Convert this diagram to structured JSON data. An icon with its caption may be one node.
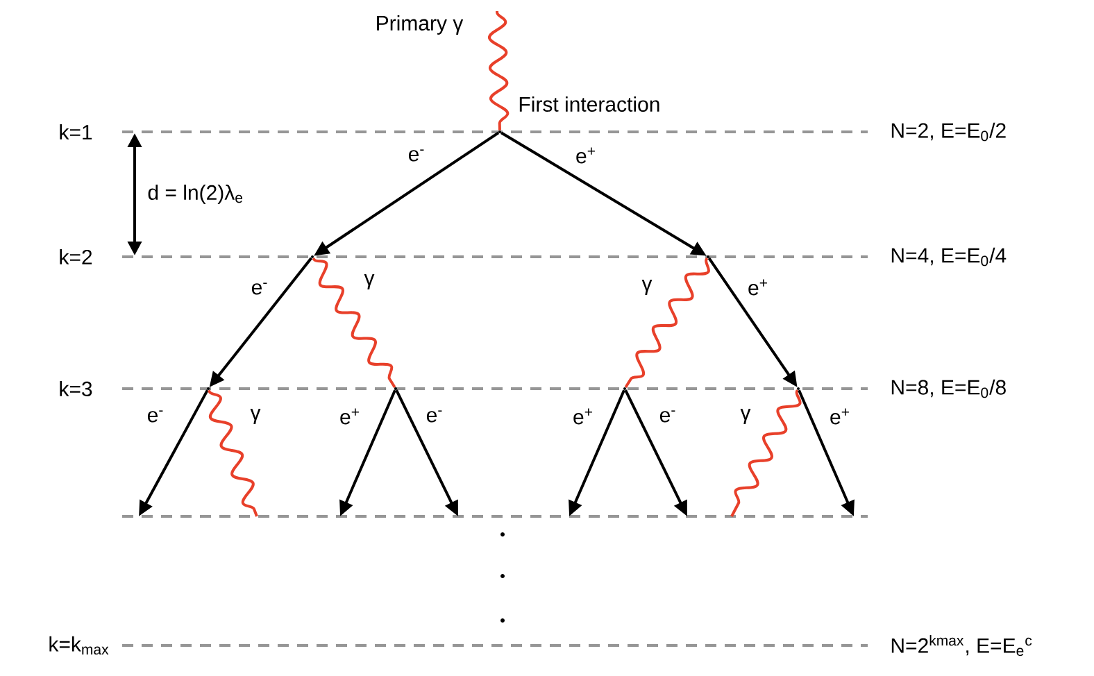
{
  "diagram": {
    "nodes": [
      {
        "text": [],
        "shape": "point",
        "beside": [
          "First interaction"
        ]
      },
      {
        "text": [],
        "shape": "point"
      },
      {
        "text": [],
        "shape": "point"
      },
      {
        "text": [],
        "shape": "point"
      },
      {
        "text": [],
        "shape": "point"
      },
      {
        "text": [],
        "shape": "point"
      },
      {
        "text": [],
        "shape": "point"
      }
    ],
    "edges": [
      {
        "from": null,
        "to": 0,
        "arrow": "none",
        "label": "Primary γ",
        "color": "#e8402a"
      },
      {
        "from": 0,
        "to": 1,
        "arrow": "to",
        "label": "e$^{-}$"
      },
      {
        "from": 0,
        "to": 2,
        "arrow": "to",
        "label": "e$^{+}$"
      },
      {
        "from": 1,
        "to": 3,
        "arrow": "to",
        "label": "e$^{-}$"
      },
      {
        "from": 1,
        "to": 4,
        "arrow": "none",
        "label": "γ",
        "color": "#e8402a"
      },
      {
        "from": 2,
        "to": 5,
        "arrow": "none",
        "label": "γ",
        "color": "#e8402a"
      },
      {
        "from": 2,
        "to": 6,
        "arrow": "to",
        "label": "e$^{+}$"
      },
      {
        "from": 3,
        "to": null,
        "arrow": "to",
        "label": "e$^{-}$"
      },
      {
        "from": 3,
        "to": null,
        "arrow": "none",
        "label": "γ",
        "color": "#e8402a"
      },
      {
        "from": 4,
        "to": null,
        "arrow": "to",
        "label": "e$^{+}$"
      },
      {
        "from": 4,
        "to": null,
        "arrow": "to",
        "label": "e$^{-}$"
      },
      {
        "from": 5,
        "to": null,
        "arrow": "to",
        "label": "e$^{+}$"
      },
      {
        "from": 5,
        "to": null,
        "arrow": "to",
        "label": "e$^{-}$"
      },
      {
        "from": 6,
        "to": null,
        "arrow": "none",
        "label": "γ",
        "color": "#e8402a"
      },
      {
        "from": 6,
        "to": null,
        "arrow": "to",
        "label": "e$^{+}$"
      }
    ],
    "labels": [
      "k=1",
      "N=2, E=E$_{0}$/2",
      "d = ln(2)λ$_{e}$",
      "k=2",
      "N=4, E=E$_{0}$/4",
      "k=3",
      "N=8, E=E$_{0}$/8",
      "k=k$_{max}$",
      "N=2$^{kmax}$, E=E$_{e}$$^{c}$"
    ]
  }
}
